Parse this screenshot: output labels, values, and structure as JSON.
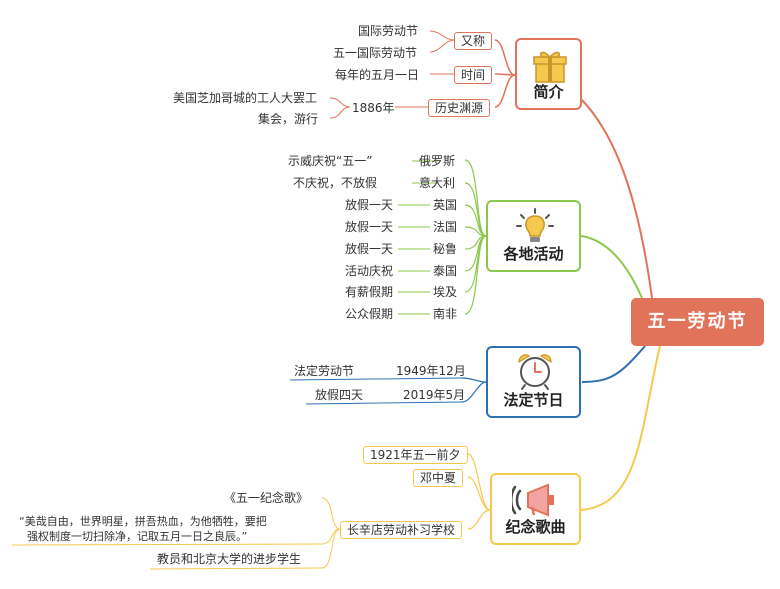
{
  "root": {
    "label": "五一劳动节",
    "color": "#e0735a"
  },
  "branches": {
    "intro": {
      "label": "简介",
      "icon": "gift-icon",
      "color": "#e0735a",
      "items": [
        {
          "tag": "又称",
          "values": [
            "国际劳动节",
            "五一国际劳动节"
          ]
        },
        {
          "tag": "时间",
          "values": [
            "每年的五月一日"
          ]
        },
        {
          "tag": "历史渊源",
          "values": [
            "1886年"
          ],
          "details": [
            "美国芝加哥城的工人大罢工",
            "集会，游行"
          ]
        }
      ]
    },
    "activities": {
      "label": "各地活动",
      "icon": "lightbulb-icon",
      "color": "#8cc84b",
      "items": [
        {
          "country": "俄罗斯",
          "activity": "示威庆祝“五一”"
        },
        {
          "country": "意大利",
          "activity": "不庆祝，不放假"
        },
        {
          "country": "英国",
          "activity": "放假一天"
        },
        {
          "country": "法国",
          "activity": "放假一天"
        },
        {
          "country": "秘鲁",
          "activity": "放假一天"
        },
        {
          "country": "泰国",
          "activity": "活动庆祝"
        },
        {
          "country": "埃及",
          "activity": "有薪假期"
        },
        {
          "country": "南非",
          "activity": "公众假期"
        }
      ]
    },
    "holiday": {
      "label": "法定节日",
      "icon": "alarm-clock-icon",
      "color": "#2f6fb0",
      "items": [
        {
          "date": "1949年12月",
          "note": "法定劳动节"
        },
        {
          "date": "2019年5月",
          "note": "放假四天"
        }
      ]
    },
    "songs": {
      "label": "纪念歌曲",
      "icon": "megaphone-icon",
      "color": "#f5c94e",
      "items": [
        "1921年五一前夕",
        "邓中夏",
        "长辛店劳动补习学校"
      ],
      "song_title": "《五一纪念歌》",
      "lyrics": [
        "“美哉自由，世界明星，拼吾热血，为他牺牲，要把",
        "强权制度一切扫除净，记取五月一日之良辰。”"
      ],
      "students": "教员和北京大学的进步学生"
    }
  }
}
